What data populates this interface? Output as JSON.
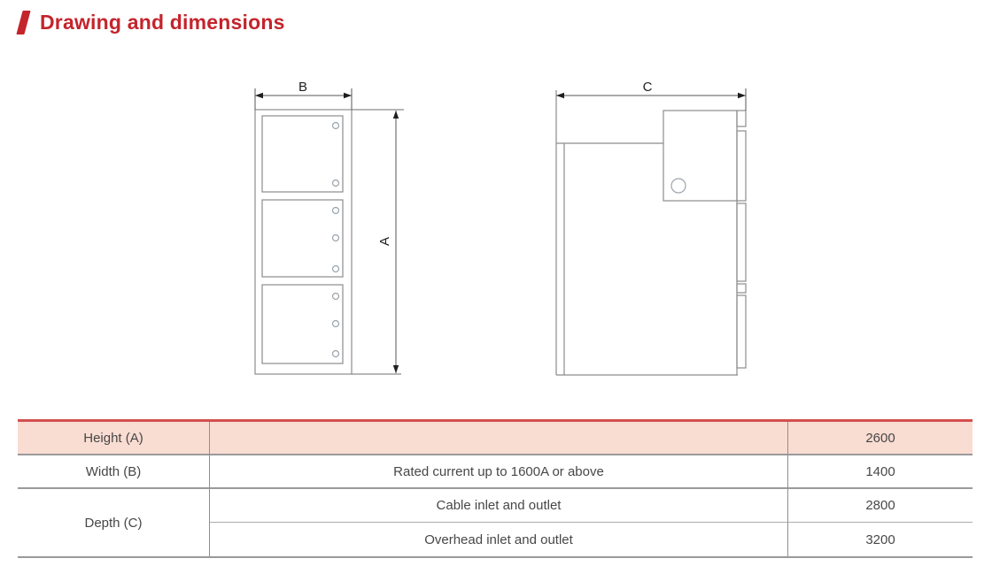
{
  "title": {
    "text": "Drawing and dimensions"
  },
  "drawings": {
    "front_view": {
      "width_label": "B",
      "height_label": "A"
    },
    "side_view": {
      "depth_label": "C"
    }
  },
  "table": {
    "rows": [
      {
        "param": "Height (A)",
        "condition": "",
        "value": "2600"
      },
      {
        "param": "Width (B)",
        "condition": "Rated current up to 1600A or above",
        "value": "1400"
      },
      {
        "param": "Depth (C)",
        "conditions": [
          "Cable inlet and outlet",
          "Overhead inlet and outlet"
        ],
        "values": [
          "2800",
          "3200"
        ]
      }
    ]
  },
  "colors": {
    "accent_red": "#c4242c",
    "table_top_border": "#d34f4f",
    "row_highlight": "#f9dcd2",
    "line_gray": "#8c8c8c",
    "text_gray": "#474747"
  }
}
